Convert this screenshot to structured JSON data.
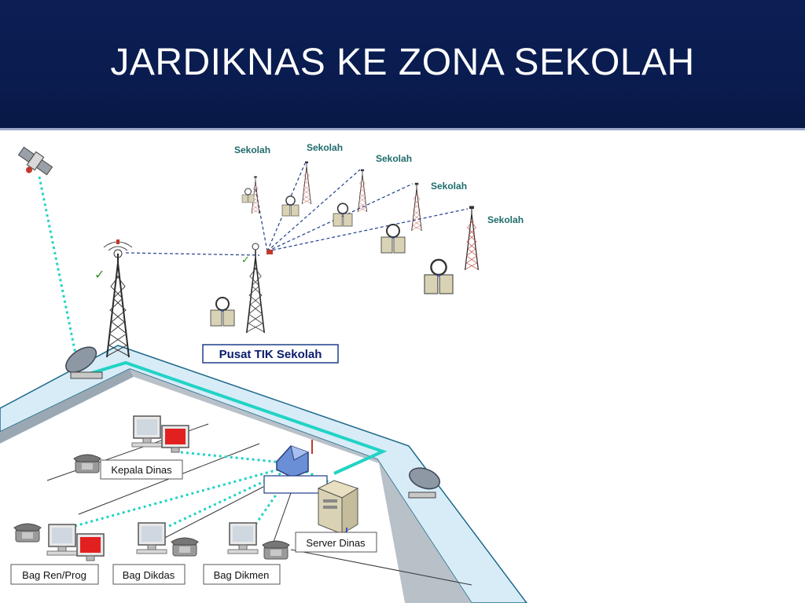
{
  "title": "JARDIKNAS KE ZONA SEKOLAH",
  "colors": {
    "title_bg": "#0a1c4f",
    "title_text": "#ffffff",
    "sekolah_text": "#1f6b6b",
    "center_text": "#0a1c6e",
    "cable": "#22d3c5",
    "link_dashed": "#1f3d8a",
    "floor_band": "#d8ecf8",
    "monitor_screen": "#e32020"
  },
  "center": {
    "label": "Pusat TIK Sekolah"
  },
  "schools": [
    {
      "label": "Sekolah"
    },
    {
      "label": "Sekolah"
    },
    {
      "label": "Sekolah"
    },
    {
      "label": "Sekolah"
    },
    {
      "label": "Sekolah"
    }
  ],
  "office": {
    "labels": {
      "kepala": "Kepala Dinas",
      "renprog": "Bag Ren/Prog",
      "dikdas": "Bag Dikdas",
      "dikmen": "Bag Dikmen",
      "server": "Server Dinas"
    }
  },
  "icons": [
    "satellite-icon",
    "tower-icon",
    "satellite-dish-icon",
    "computer-icon",
    "telephone-icon",
    "wireless-router-icon",
    "server-icon"
  ]
}
